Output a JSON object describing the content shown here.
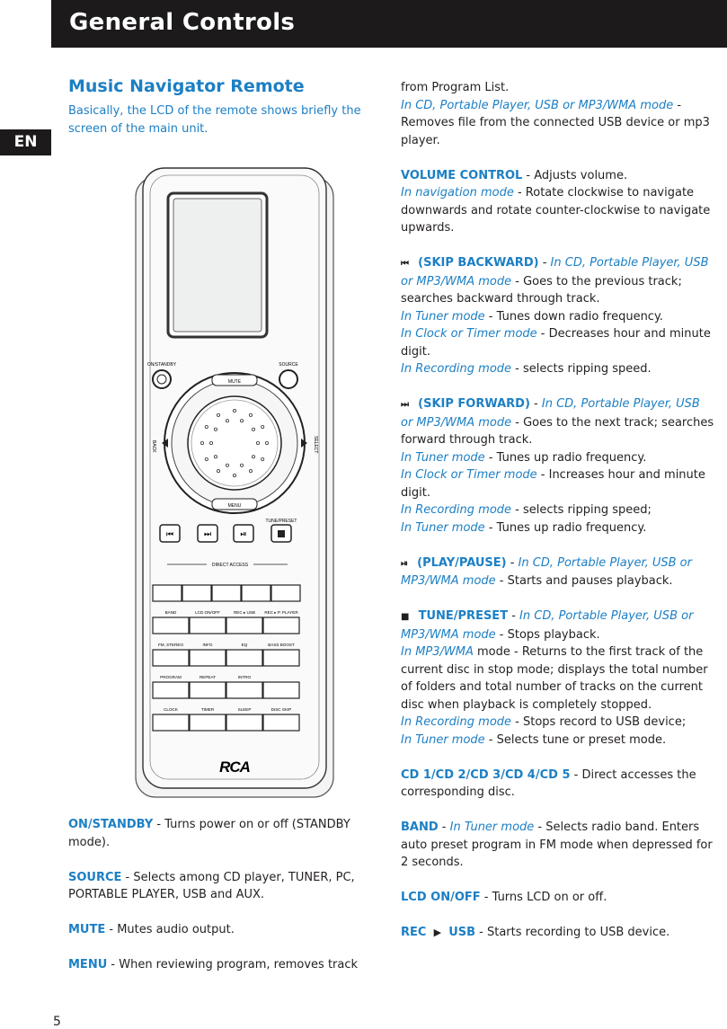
{
  "header": {
    "title": "General Controls",
    "lang_tab": "EN"
  },
  "page_number": "5",
  "left": {
    "title": "Music Navigator Remote",
    "intro": "Basically, the LCD of the remote shows briefly the screen of the main unit.",
    "items": [
      {
        "term": "ON/STANDBY",
        "text": " - Turns power on or off (STANDBY mode)."
      },
      {
        "term": "SOURCE",
        "text": " - Selects among CD player, TUNER, PC, PORTABLE PLAYER, USB and AUX."
      },
      {
        "term": "MUTE",
        "text": " - Mutes audio output."
      },
      {
        "term": "MENU",
        "text": " - When reviewing program, removes track"
      }
    ]
  },
  "right": {
    "menu_cont": "from Program List.",
    "menu_mode": "In CD, Portable Player, USB or MP3/WMA mode",
    "menu_mode_text": " - Removes file from the connected USB device or mp3 player.",
    "volume_term": "VOLUME CONTROL",
    "volume_text": " - Adjusts volume.",
    "volume_mode": "In navigation mode",
    "volume_mode_text": " - Rotate clockwise to navigate downwards and rotate counter-clockwise to navigate upwards.",
    "skipb_icon": "⏮",
    "skipb_term": "(SKIP BACKWARD)",
    "skipb_mode": "In CD, Portable Player, USB or MP3/WMA mode",
    "skipb_text": " - Goes to the previous track; searches backward through track.",
    "skipb_l1m": "In Tuner mode",
    "skipb_l1t": " - Tunes down radio frequency.",
    "skipb_l2m": "In Clock or Timer mode",
    "skipb_l2t": " - Decreases hour and minute digit.",
    "skipb_l3m": "In Recording mode",
    "skipb_l3t": " - selects ripping speed.",
    "skipf_icon": "⏭",
    "skipf_term": "(SKIP FORWARD)",
    "skipf_mode": "In CD, Portable Player, USB or MP3/WMA mode",
    "skipf_text": "  - Goes to the next track; searches forward through track.",
    "skipf_l1m": "In Tuner mode",
    "skipf_l1t": " - Tunes up radio frequency.",
    "skipf_l2m": "In Clock or Timer mode",
    "skipf_l2t": " - Increases hour and minute digit.",
    "skipf_l3m": "In Recording mode",
    "skipf_l3t": " - selects ripping speed;",
    "skipf_l4m": "In Tuner mode",
    "skipf_l4t": " - Tunes up radio frequency.",
    "play_icon": "⏯",
    "play_term": "(PLAY/PAUSE)",
    "play_mode": "In CD, Portable Player, USB or MP3/WMA mode",
    "play_text": "  - Starts and pauses playback.",
    "tune_icon": "■",
    "tune_term": "TUNE/PRESET",
    "tune_mode": "In CD, Portable Player, USB or MP3/WMA mode",
    "tune_text": "  - Stops playback.",
    "tune_l1m": "In MP3/WMA",
    "tune_l1t": " mode - Returns to the first track of the current disc in stop mode; displays the total number of folders and total number of tracks on the current disc when playback is completely stopped.",
    "tune_l2m": "In Recording mode",
    "tune_l2t": " - Stops record to USB device;",
    "tune_l3m": "In Tuner mode",
    "tune_l3t": " - Selects tune or preset mode.",
    "cd_term": "CD 1/CD 2/CD 3/CD 4/CD 5",
    "cd_text": " - Direct accesses the corresponding disc.",
    "band_term": "BAND",
    "band_mode": "In Tuner mode",
    "band_text": " - Selects radio band. Enters auto preset program in FM mode when depressed for 2 seconds.",
    "lcd_term": "LCD ON/OFF",
    "lcd_text": " - Turns LCD on or off.",
    "rec_term": "REC",
    "rec_arrow": "▶",
    "rec_term2": "USB",
    "rec_text": " - Starts recording to USB device."
  },
  "remote": {
    "on_standby": "ON/STANDBY",
    "source": "SOURCE",
    "mute": "MUTE",
    "menu": "MENU",
    "back": "BACK",
    "select": "SELECT",
    "tune_preset": "TUNE/PRESET",
    "direct_access": "DIRECT ACCESS",
    "row1": [
      "BAND",
      "LCD ON/OFF",
      "REC ▸ USB",
      "REC ▸ P. PLAYER"
    ],
    "row2": [
      "FM, STEREO",
      "INFO",
      "EQ",
      "BASS BOOST"
    ],
    "row3": [
      "PROGRAM",
      "REPEAT",
      "INTRO"
    ],
    "row4": [
      "CLOCK",
      "TIMER",
      "SLEEP",
      "DISC SKIP"
    ],
    "logo": "RCA"
  }
}
